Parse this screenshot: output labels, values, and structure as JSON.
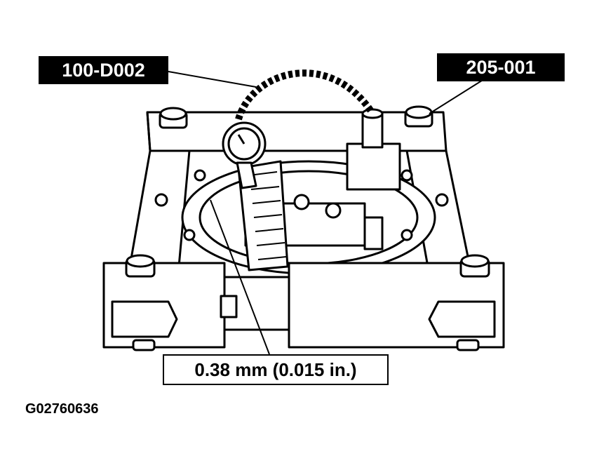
{
  "callouts": {
    "dial_indicator_tool": "100-D002",
    "fixture_tool": "205-001",
    "measurement": "0.38 mm (0.015 in.)"
  },
  "figure_id": "G02760636"
}
